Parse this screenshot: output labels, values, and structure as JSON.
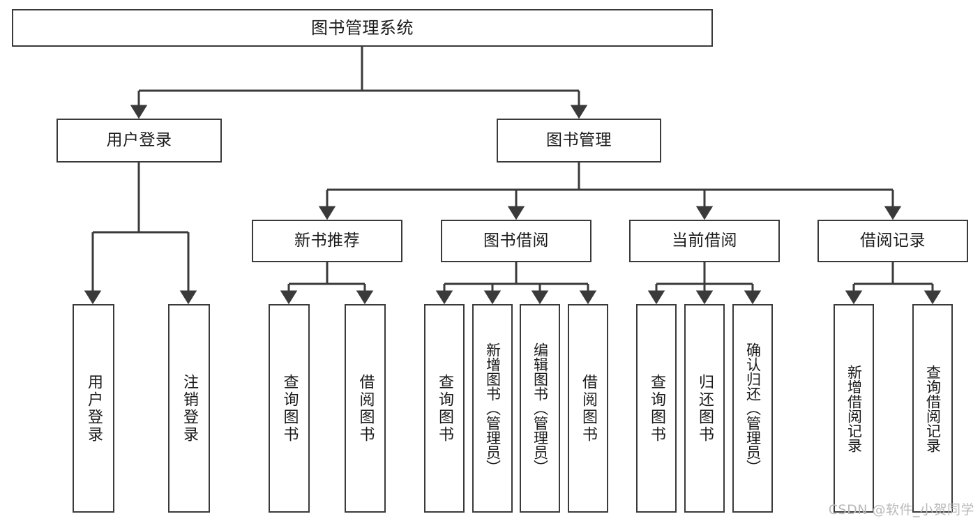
{
  "diagram": {
    "title": "图书管理系统",
    "watermark": "CSDN @软件_小贺同学",
    "edge_color": "#3a3a3a",
    "box_border_color": "#3a3a3a",
    "box_fill_color": "#ffffff",
    "background_color": "#ffffff",
    "type": "tree",
    "levels": 4
  },
  "nodes": {
    "root": {
      "label": "图书管理系统"
    },
    "level2": [
      {
        "id": "user-login",
        "label": "用户登录"
      },
      {
        "id": "book-manage",
        "label": "图书管理"
      }
    ],
    "level3": [
      {
        "id": "new-book-recommend",
        "label": "新书推荐",
        "parent": "book-manage"
      },
      {
        "id": "book-borrow",
        "label": "图书借阅",
        "parent": "book-manage"
      },
      {
        "id": "current-borrow",
        "label": "当前借阅",
        "parent": "book-manage"
      },
      {
        "id": "borrow-record",
        "label": "借阅记录",
        "parent": "book-manage"
      }
    ],
    "leaves": {
      "user-login": [
        {
          "id": "leaf-user-login",
          "label": "用户登录"
        },
        {
          "id": "leaf-logout",
          "label": "注销登录"
        }
      ],
      "new-book-recommend": [
        {
          "id": "leaf-query-book-1",
          "label": "查询图书"
        },
        {
          "id": "leaf-borrow-book-1",
          "label": "借阅图书"
        }
      ],
      "book-borrow": [
        {
          "id": "leaf-query-book-2",
          "label": "查询图书"
        },
        {
          "id": "leaf-add-book",
          "label": "新增图书（管理员）"
        },
        {
          "id": "leaf-edit-book",
          "label": "编辑图书（管理员）"
        },
        {
          "id": "leaf-borrow-book-2",
          "label": "借阅图书"
        }
      ],
      "current-borrow": [
        {
          "id": "leaf-query-book-3",
          "label": "查询图书"
        },
        {
          "id": "leaf-return-book",
          "label": "归还图书"
        },
        {
          "id": "leaf-confirm-return",
          "label": "确认归还（管理员）"
        }
      ],
      "borrow-record": [
        {
          "id": "leaf-add-record",
          "label": "新增借阅记录"
        },
        {
          "id": "leaf-query-record",
          "label": "查询借阅记录"
        }
      ]
    }
  }
}
